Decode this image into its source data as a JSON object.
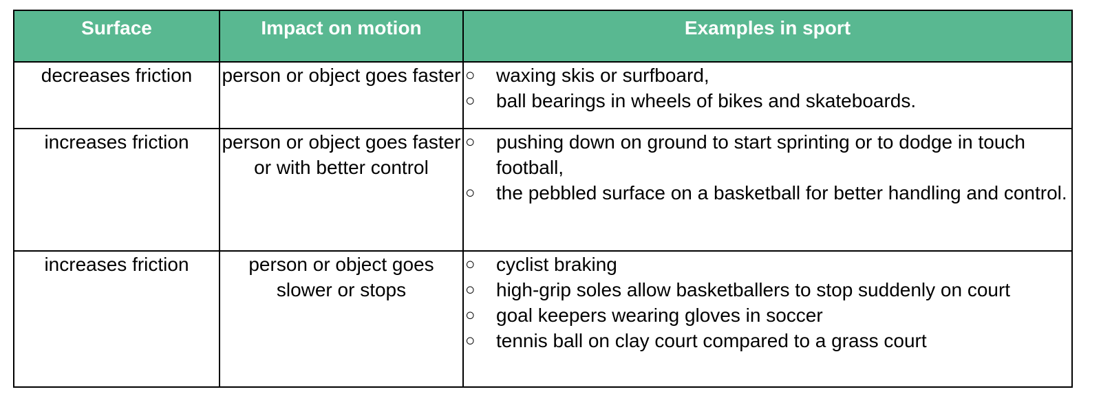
{
  "table": {
    "headers": [
      "Surface",
      "Impact on motion",
      "Examples in sport"
    ],
    "rows": [
      {
        "surface": "decreases friction",
        "impact": "person or object goes faster",
        "examples": [
          "waxing skis or surfboard,",
          "ball bearings in wheels of bikes and skateboards."
        ]
      },
      {
        "surface": "increases friction",
        "impact": "person or object goes faster or with better control",
        "examples": [
          "pushing down on ground to start sprinting or to dodge in touch football,",
          "the pebbled surface on a basketball for better handling and control."
        ]
      },
      {
        "surface": "increases friction",
        "impact": "person or object goes slower or stops",
        "examples": [
          "cyclist braking",
          "high-grip soles allow basketballers to stop suddenly on court",
          "goal keepers wearing gloves in soccer",
          "tennis ball on clay court compared to a grass court"
        ]
      }
    ],
    "bullet_symbol": "○",
    "header_color": "#59b891"
  }
}
